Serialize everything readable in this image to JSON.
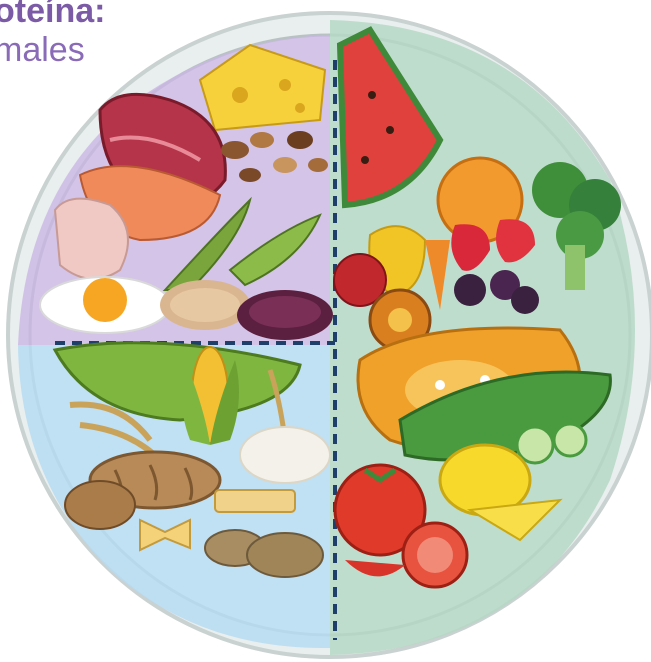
{
  "caption": {
    "title": "oteína:",
    "subtitle": "males"
  },
  "plate": {
    "sections": [
      {
        "name": "protein",
        "color": "#b9a3d6"
      },
      {
        "name": "grains",
        "color": "#a9d3ee"
      },
      {
        "name": "vegetables-fruits",
        "color": "#9fcbb5"
      }
    ],
    "rim_color": "#cfd6d6"
  }
}
